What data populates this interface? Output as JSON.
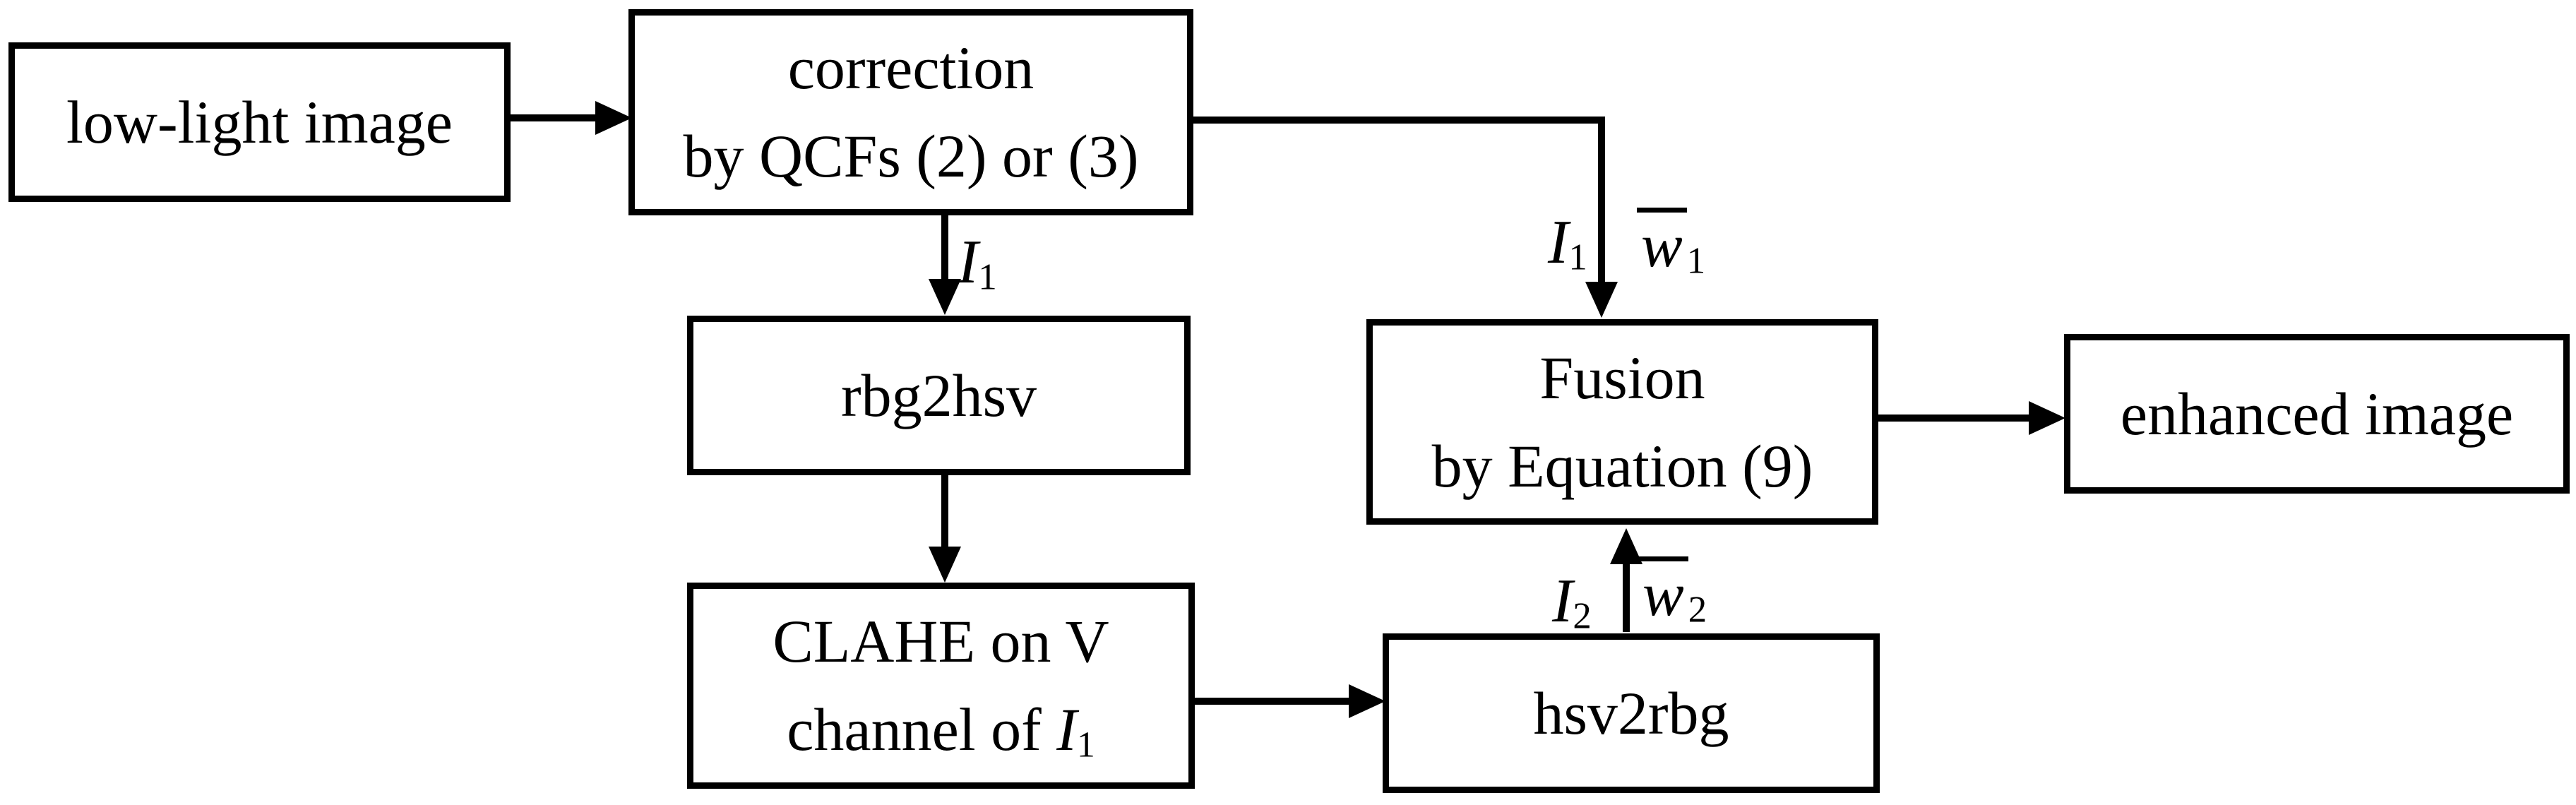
{
  "figure": {
    "colors": {
      "ink": "#000000",
      "background": "#ffffff"
    },
    "nodes": {
      "lowlight": {
        "label": "low-light image"
      },
      "correction": {
        "line1": "correction",
        "line2": "by QCFs (2) or (3)"
      },
      "rbg2hsv": {
        "label": "rbg2hsv"
      },
      "clahe": {
        "line1": "CLAHE on V",
        "line2_prefix": "channel of ",
        "line2_var": "I",
        "line2_sub": "1"
      },
      "fusion": {
        "line1": "Fusion",
        "line2": "by Equation (9)"
      },
      "hsv2rbg": {
        "label": "hsv2rbg"
      },
      "enhanced": {
        "label": "enhanced image"
      }
    },
    "edge_labels": {
      "i1_mid": {
        "var": "I",
        "sub": "1"
      },
      "i1_fusion": {
        "var": "I",
        "sub": "1"
      },
      "w1_fusion": {
        "var": "w",
        "sub": "1",
        "overbar": true
      },
      "i2_fusion": {
        "var": "I",
        "sub": "2"
      },
      "w2_fusion": {
        "var": "w",
        "sub": "2",
        "overbar": true
      }
    }
  }
}
